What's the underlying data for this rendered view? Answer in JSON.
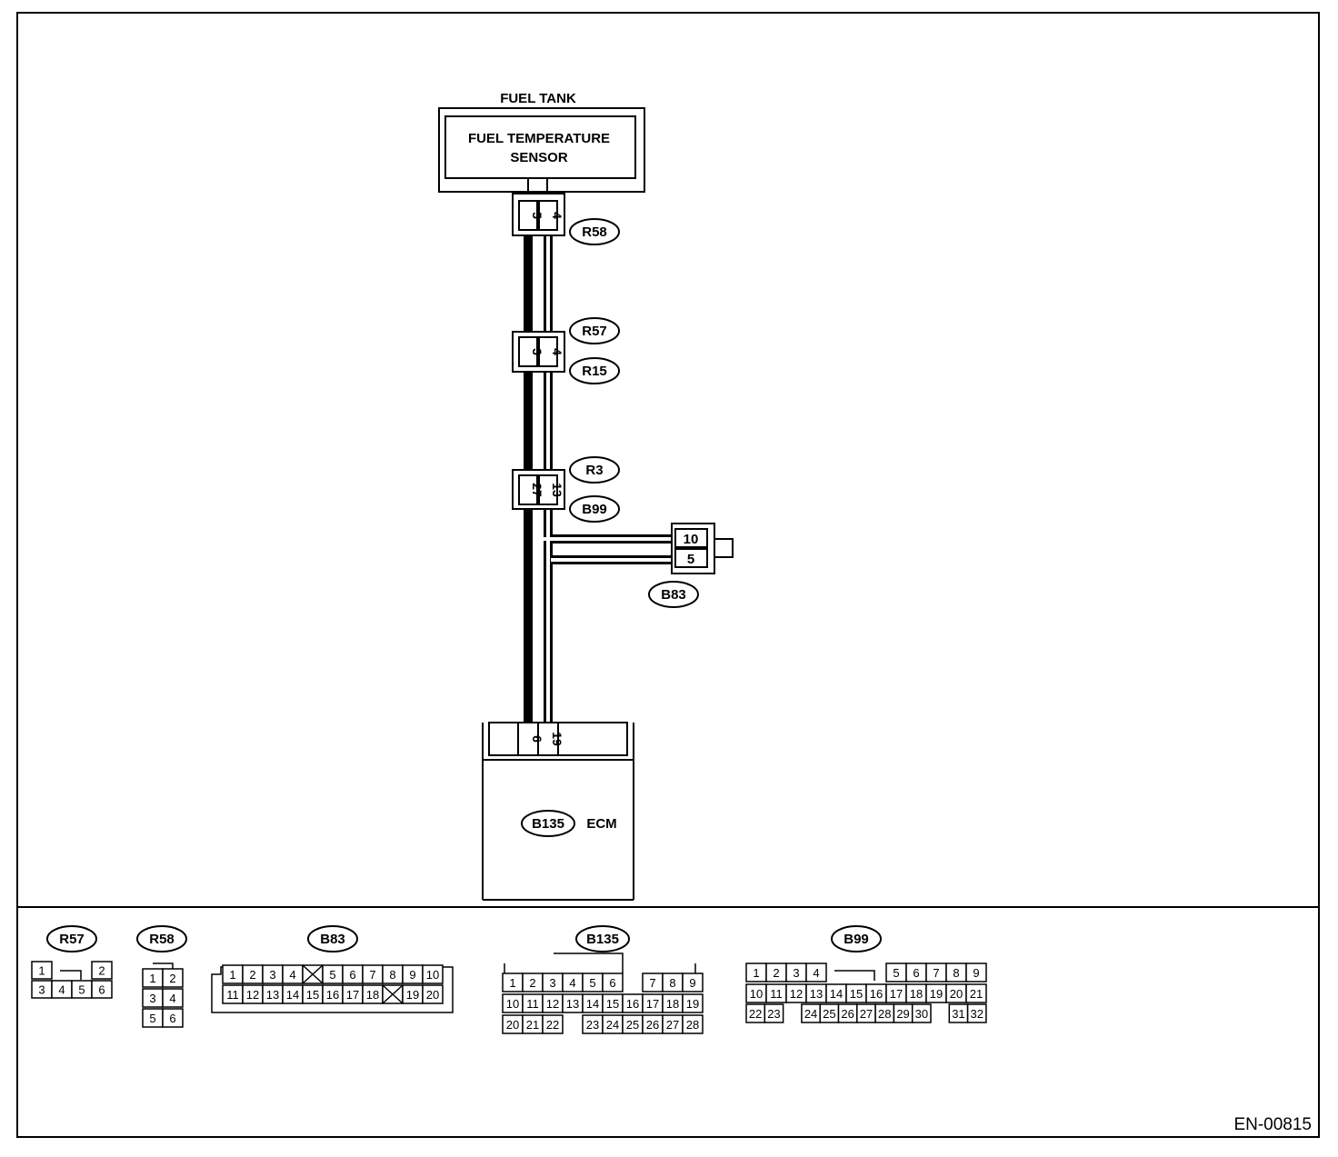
{
  "diagram": {
    "fuel_tank_label": "FUEL TANK",
    "sensor_label_line1": "FUEL TEMPERATURE",
    "sensor_label_line2": "SENSOR",
    "ecm_label": "ECM",
    "figure_id": "EN-00815"
  },
  "connectors": {
    "R58": {
      "label": "R58",
      "pins": [
        "5",
        "4"
      ]
    },
    "R57": {
      "label": "R57",
      "pins": [
        "3",
        "4"
      ]
    },
    "R15": {
      "label": "R15"
    },
    "R3": {
      "label": "R3",
      "pins": [
        "27",
        "13"
      ]
    },
    "B99": {
      "label": "B99"
    },
    "B83": {
      "label": "B83",
      "pins": [
        "10",
        "5"
      ]
    },
    "B135": {
      "label": "B135",
      "pins": [
        "6",
        "19"
      ]
    }
  },
  "legend": {
    "R57": {
      "label": "R57",
      "row1": [
        "1",
        "",
        "",
        "2"
      ],
      "row2": [
        "3",
        "4",
        "5",
        "6"
      ]
    },
    "R58": {
      "label": "R58",
      "rows": [
        [
          "1",
          "2"
        ],
        [
          "3",
          "4"
        ],
        [
          "5",
          "6"
        ]
      ]
    },
    "B83": {
      "label": "B83",
      "row1": [
        "1",
        "2",
        "3",
        "4",
        "",
        "5",
        "6",
        "7",
        "8",
        "9",
        "10"
      ],
      "row2": [
        "11",
        "12",
        "13",
        "14",
        "15",
        "16",
        "17",
        "18",
        "",
        "19",
        "20"
      ]
    },
    "B135": {
      "label": "B135",
      "row1": [
        "1",
        "2",
        "3",
        "4",
        "5",
        "6",
        "",
        "7",
        "8",
        "9"
      ],
      "row2": [
        "10",
        "11",
        "12",
        "13",
        "14",
        "15",
        "16",
        "17",
        "18",
        "19"
      ],
      "row3": [
        "20",
        "21",
        "22",
        "",
        "23",
        "24",
        "25",
        "26",
        "27",
        "28"
      ]
    },
    "B99": {
      "label": "B99",
      "row1": [
        "1",
        "2",
        "3",
        "4",
        "",
        "",
        "",
        "5",
        "6",
        "7",
        "8",
        "9"
      ],
      "row2": [
        "10",
        "11",
        "12",
        "13",
        "14",
        "15",
        "16",
        "17",
        "18",
        "19",
        "20",
        "21"
      ],
      "row3": [
        "22",
        "23",
        "",
        "24",
        "25",
        "26",
        "27",
        "28",
        "29",
        "30",
        "",
        "31",
        "32"
      ]
    }
  }
}
